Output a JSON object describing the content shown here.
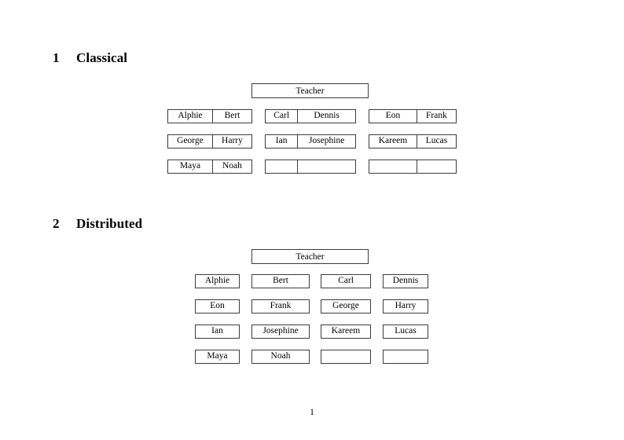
{
  "document": {
    "page_number": "1",
    "accent_color": "#3c3c3c",
    "background_color": "#ffffff"
  },
  "sections": [
    {
      "number": "1",
      "title": "Classical",
      "layout": "paired-desks",
      "teacher_label": "Teacher",
      "groups": [
        {
          "name": "left-group",
          "rows": [
            {
              "left": "Alphie",
              "right": "Bert"
            },
            {
              "left": "George",
              "right": "Harry"
            },
            {
              "left": "Maya",
              "right": "Noah"
            }
          ]
        },
        {
          "name": "middle-group",
          "rows": [
            {
              "left": "Carl",
              "right": "Dennis"
            },
            {
              "left": "Ian",
              "right": "Josephine"
            },
            {
              "left": "",
              "right": ""
            }
          ]
        },
        {
          "name": "right-group",
          "rows": [
            {
              "left": "Eon",
              "right": "Frank"
            },
            {
              "left": "Kareem",
              "right": "Lucas"
            },
            {
              "left": "",
              "right": ""
            }
          ]
        }
      ]
    },
    {
      "number": "2",
      "title": "Distributed",
      "layout": "separate-desks",
      "teacher_label": "Teacher",
      "rows": [
        [
          "Alphie",
          "Bert",
          "Carl",
          "Dennis"
        ],
        [
          "Eon",
          "Frank",
          "George",
          "Harry"
        ],
        [
          "Ian",
          "Josephine",
          "Kareem",
          "Lucas"
        ],
        [
          "Maya",
          "Noah",
          "",
          ""
        ]
      ]
    }
  ]
}
